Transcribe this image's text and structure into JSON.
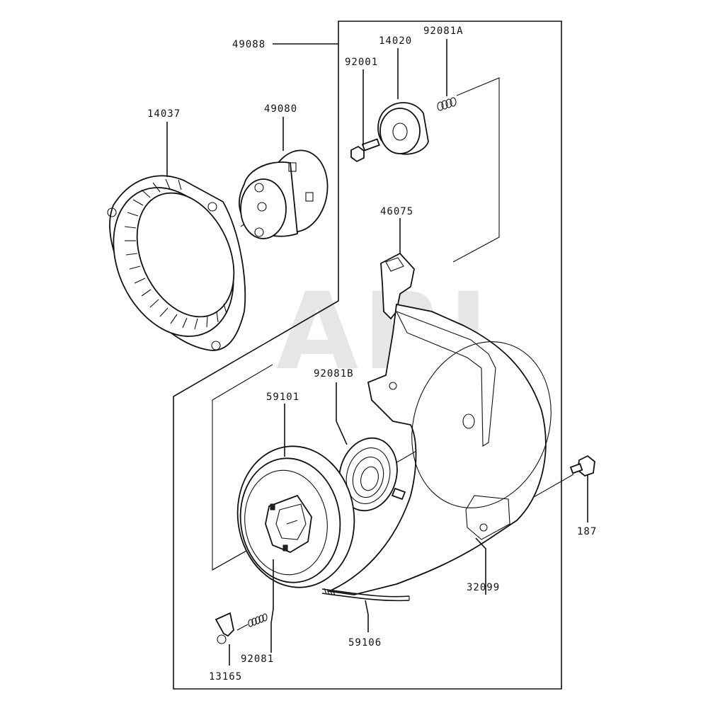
{
  "watermark": "ARI",
  "labels": {
    "p49088": "49088",
    "p14037": "14037",
    "p49080": "49080",
    "p14020": "14020",
    "p92081A": "92081A",
    "p92001": "92001",
    "p46075": "46075",
    "p92081B": "92081B",
    "p59101": "59101",
    "p187": "187",
    "p32099": "32099",
    "p59106": "59106",
    "p92081": "92081",
    "p13165": "13165"
  }
}
